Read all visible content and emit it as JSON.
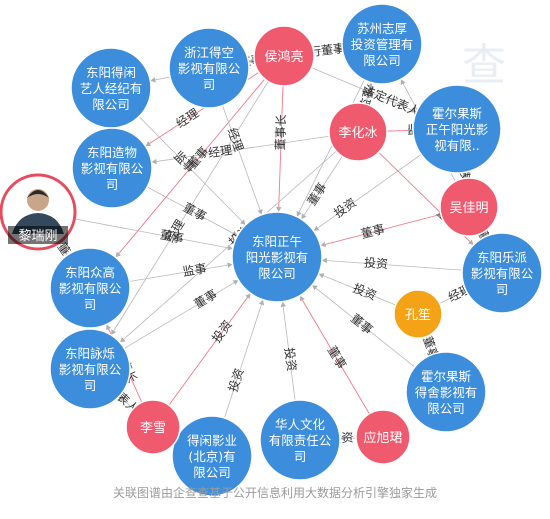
{
  "watermark": "查",
  "footer": "关联图谱由企查查基于公开信息利用大数据分析引擎独家生成",
  "colors": {
    "company": "#3c8ddb",
    "person": "#ef5a6f",
    "highlight": "#f4a216",
    "photo_border": "#e74c5e"
  },
  "nodes": [
    {
      "id": "center",
      "type": "company",
      "lines": [
        "东阳正午",
        "阳光影视有",
        "限公司"
      ]
    },
    {
      "id": "zhejiang",
      "type": "company",
      "lines": [
        "浙江得空",
        "影视有限公",
        "司"
      ]
    },
    {
      "id": "deyian",
      "type": "company",
      "lines": [
        "东阳得闲",
        "艺人经纪有",
        "限公司"
      ]
    },
    {
      "id": "zaowu",
      "type": "company",
      "lines": [
        "东阳造物",
        "影视有限公",
        "司"
      ]
    },
    {
      "id": "zhonggao",
      "type": "company",
      "lines": [
        "东阳众高",
        "影视有限公",
        "司"
      ]
    },
    {
      "id": "yongshuo",
      "type": "company",
      "lines": [
        "东阳詠烁",
        "影视有限公",
        "司"
      ]
    },
    {
      "id": "deyianbj",
      "type": "company",
      "lines": [
        "得闲影业",
        "(北京)有",
        "限公司"
      ]
    },
    {
      "id": "huaren",
      "type": "company",
      "lines": [
        "华人文化",
        "有限责任公",
        "司"
      ]
    },
    {
      "id": "horgos_dl",
      "type": "company",
      "lines": [
        "霍尔果斯",
        "得舍影视有",
        "限公司"
      ]
    },
    {
      "id": "lepai",
      "type": "company",
      "lines": [
        "东阳乐派",
        "影视有限公",
        "司"
      ]
    },
    {
      "id": "horgos_zw",
      "type": "company",
      "lines": [
        "霍尔果斯",
        "正午阳光影",
        "视有限.."
      ]
    },
    {
      "id": "suzhou",
      "type": "company",
      "lines": [
        "苏州志厚",
        "投资管理有",
        "限公司"
      ]
    },
    {
      "id": "houhongliang",
      "type": "person",
      "lines": [
        "侯鸿亮"
      ]
    },
    {
      "id": "lihuabing",
      "type": "person",
      "lines": [
        "李化冰"
      ]
    },
    {
      "id": "wujiaming",
      "type": "person",
      "lines": [
        "吴佳明"
      ]
    },
    {
      "id": "kongsheng",
      "type": "highlight",
      "lines": [
        "孔笙"
      ]
    },
    {
      "id": "lixue",
      "type": "person",
      "lines": [
        "李雪"
      ]
    },
    {
      "id": "yingxujun",
      "type": "person",
      "lines": [
        "应旭珺"
      ]
    },
    {
      "id": "liruigang",
      "type": "photo",
      "lines": [
        "黎瑞刚"
      ]
    }
  ],
  "edges": [
    {
      "from": "houhongliang",
      "to": "center",
      "label": "董事长"
    },
    {
      "from": "houhongliang",
      "to": "zhejiang",
      "label": "监事"
    },
    {
      "from": "houhongliang",
      "to": "deyian",
      "label": "董事"
    },
    {
      "from": "houhongliang",
      "to": "zaowu",
      "label": "经理"
    },
    {
      "from": "houhongliang",
      "to": "horgos_zw",
      "label": "法定代表人"
    },
    {
      "from": "houhongliang",
      "to": "suzhou",
      "label": "执行董事"
    },
    {
      "from": "houhongliang",
      "to": "zhonggao",
      "label": "董事"
    },
    {
      "from": "lihuabing",
      "to": "center",
      "label": "董事"
    },
    {
      "from": "lihuabing",
      "to": "zaowu",
      "label": "经理"
    },
    {
      "from": "lihuabing",
      "to": "horgos_zw",
      "label": "监事"
    },
    {
      "from": "lihuabing",
      "to": "suzhou",
      "label": "监事"
    },
    {
      "from": "lihuabing",
      "to": "yongshuo",
      "label": "投资"
    },
    {
      "from": "wujiaming",
      "to": "center",
      "label": "董事"
    },
    {
      "from": "wujiaming",
      "to": "horgos_zw",
      "label": "法定代表人"
    },
    {
      "from": "wujiaming",
      "to": "lepai",
      "label": "董事长"
    },
    {
      "from": "kongsheng",
      "to": "center",
      "label": "投资"
    },
    {
      "from": "kongsheng",
      "to": "horgos_dl",
      "label": "董事"
    },
    {
      "from": "kongsheng",
      "to": "lepai",
      "label": "经理"
    },
    {
      "from": "lixue",
      "to": "center",
      "label": "投资"
    },
    {
      "from": "lixue",
      "to": "yongshuo",
      "label": "法定代表人"
    },
    {
      "from": "lixue",
      "to": "deyianbj",
      "label": "董事"
    },
    {
      "from": "yingxujun",
      "to": "center",
      "label": "董事"
    },
    {
      "from": "yingxujun",
      "to": "huaren",
      "label": "投资"
    },
    {
      "from": "liruigang",
      "to": "center",
      "label": "董事"
    },
    {
      "from": "liruigang",
      "to": "zhonggao",
      "label": "董事长"
    },
    {
      "from": "zhejiang",
      "to": "center",
      "label": "经理"
    },
    {
      "from": "deyian",
      "to": "center",
      "label": "监事"
    },
    {
      "from": "zaowu",
      "to": "center",
      "label": "董事"
    },
    {
      "from": "zhonggao",
      "to": "center",
      "label": "监事"
    },
    {
      "from": "yongshuo",
      "to": "center",
      "label": "董事"
    },
    {
      "from": "deyianbj",
      "to": "center",
      "label": "投资"
    },
    {
      "from": "huaren",
      "to": "center",
      "label": "投资"
    },
    {
      "from": "horgos_dl",
      "to": "center",
      "label": "董事"
    },
    {
      "from": "lepai",
      "to": "center",
      "label": "投资"
    },
    {
      "from": "horgos_zw",
      "to": "center",
      "label": "投资"
    },
    {
      "from": "suzhou",
      "to": "center",
      "label": "投资"
    },
    {
      "from": "lixue",
      "to": "zhonggao",
      "label": "董事长"
    },
    {
      "from": "wujiaming",
      "to": "suzhou",
      "label": "投资"
    },
    {
      "from": "houhongliang",
      "to": "yongshuo",
      "label": "经理"
    },
    {
      "from": "lihuabing",
      "to": "lepai",
      "label": "董事"
    }
  ]
}
